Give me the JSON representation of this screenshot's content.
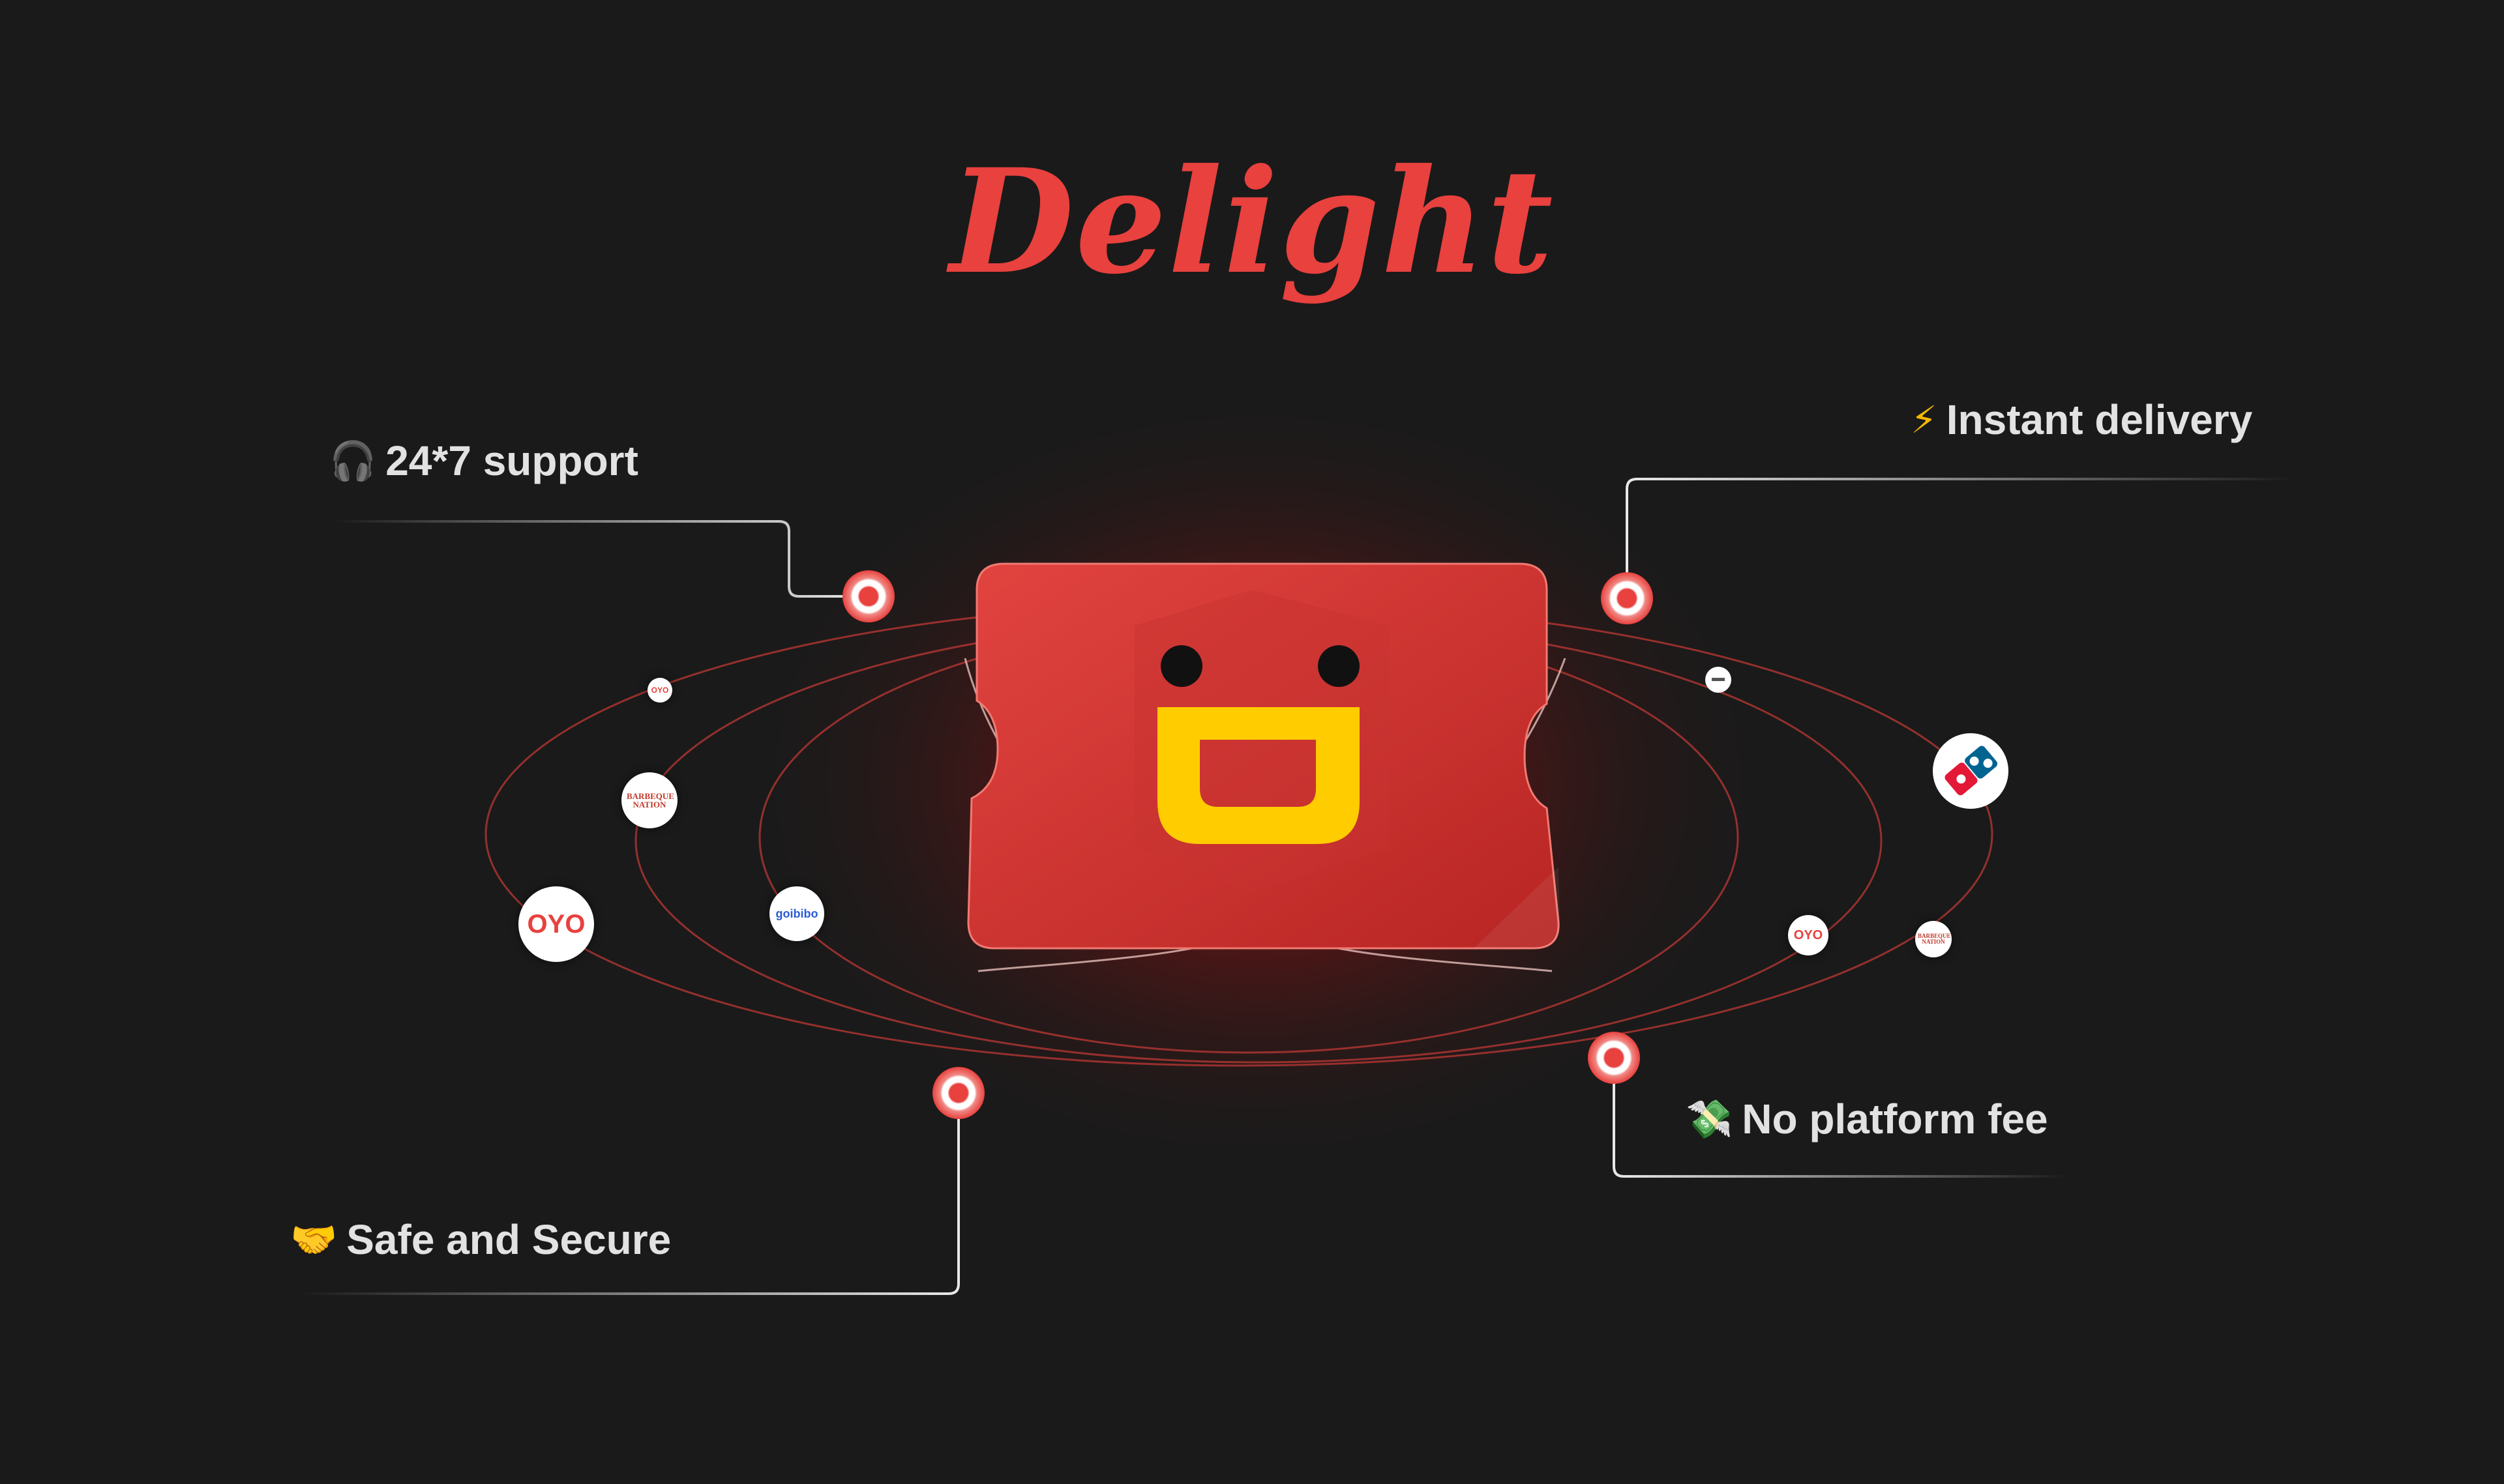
{
  "title": "Delight",
  "features": {
    "support": {
      "icon": "headphones-icon",
      "glyph": "🎧",
      "label": "24*7 support"
    },
    "delivery": {
      "icon": "lightning-icon",
      "glyph": "⚡",
      "label": "Instant delivery"
    },
    "fee": {
      "icon": "money-with-wings-icon",
      "glyph": "💸",
      "label": "No platform fee"
    },
    "secure": {
      "icon": "handshake-icon",
      "glyph": "🤝",
      "label": "Safe and Secure"
    }
  },
  "logos": {
    "oyo": "OYO",
    "goibibo": "goibibo",
    "barbeque": "BARBEQUE NATION"
  },
  "colors": {
    "background": "#1a1a1a",
    "accent": "#e8413e",
    "card": "#d63b36",
    "mascot": "#ffcc00",
    "text": "#e2e2e2"
  }
}
